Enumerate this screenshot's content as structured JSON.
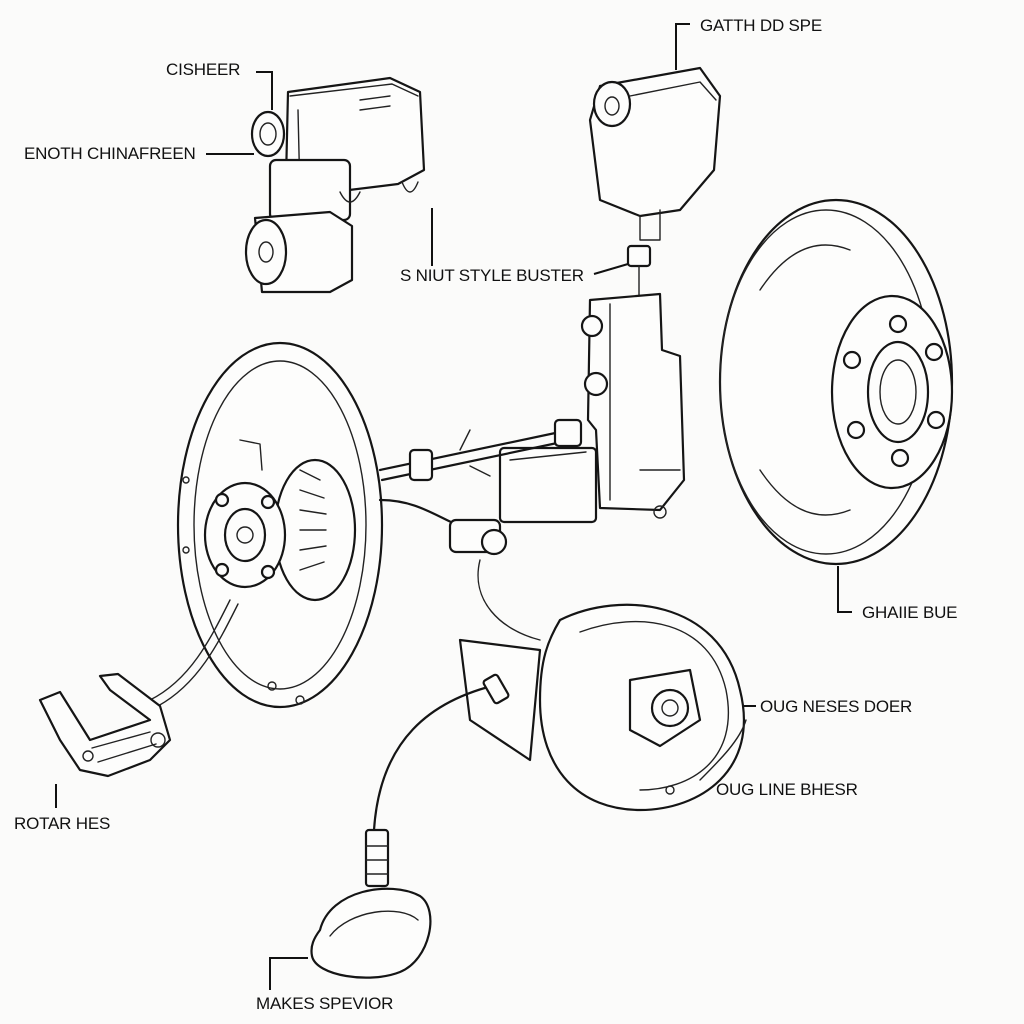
{
  "labels": {
    "actuator": "CISHEER",
    "engine_chain": "ENOTH CHINAFREEN",
    "caliper_top": "GATTH DD SPE",
    "nut_style": "S NIUT STYLE BUSTER",
    "brake_disc": "GHAIIE BUE",
    "drum_shield": "OUG NESES DOER",
    "line_bracket": "OUG LINE BHESR",
    "rotar": "ROTAR HES",
    "sensor": "MAKES SPEVIOR"
  },
  "colors": {
    "ink": "#151515",
    "paper": "#fbfbfa"
  }
}
